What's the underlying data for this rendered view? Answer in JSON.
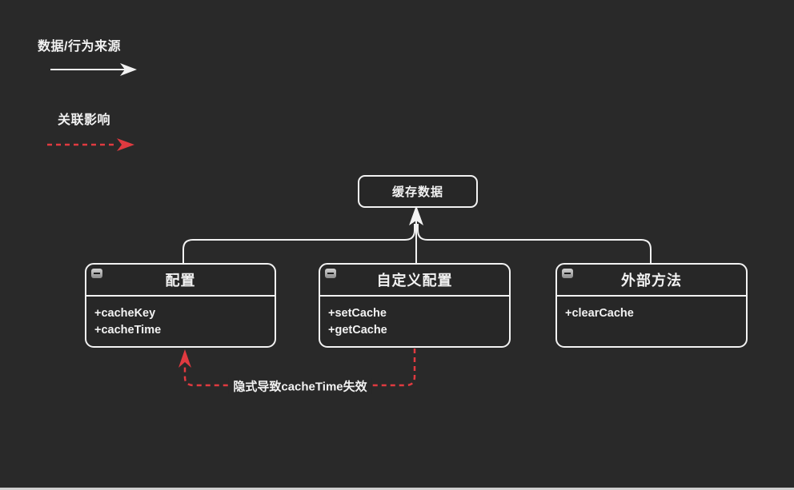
{
  "colors": {
    "background": "#292929",
    "node_fill": "#272727",
    "stroke": "#f2f2f2",
    "text": "#f2f2f2",
    "accent_red": "#e03a40",
    "icon_bg_top": "#d2d2d2",
    "icon_bg_bottom": "#8c8c8c",
    "bottom_bar": "#cfcfcf"
  },
  "legend": {
    "items": [
      {
        "label": "数据/行为来源",
        "arrow": "solid",
        "color": "#f2f2f2"
      },
      {
        "label": "关联影响",
        "arrow": "dashed",
        "color": "#e03a40"
      }
    ]
  },
  "nodes": {
    "root": {
      "title": "缓存数据"
    },
    "classes": [
      {
        "title": "配置",
        "members": [
          "+cacheKey",
          "+cacheTime"
        ]
      },
      {
        "title": "自定义配置",
        "members": [
          "+setCache",
          "+getCache"
        ]
      },
      {
        "title": "外部方法",
        "members": [
          "+clearCache"
        ]
      }
    ]
  },
  "edges": {
    "source_edges": [
      {
        "from": "配置",
        "to": "缓存数据"
      },
      {
        "from": "自定义配置",
        "to": "缓存数据"
      },
      {
        "from": "外部方法",
        "to": "缓存数据"
      }
    ],
    "impact_edge": {
      "from": "自定义配置",
      "to": "配置",
      "label": "隐式导致cacheTime失效"
    }
  }
}
